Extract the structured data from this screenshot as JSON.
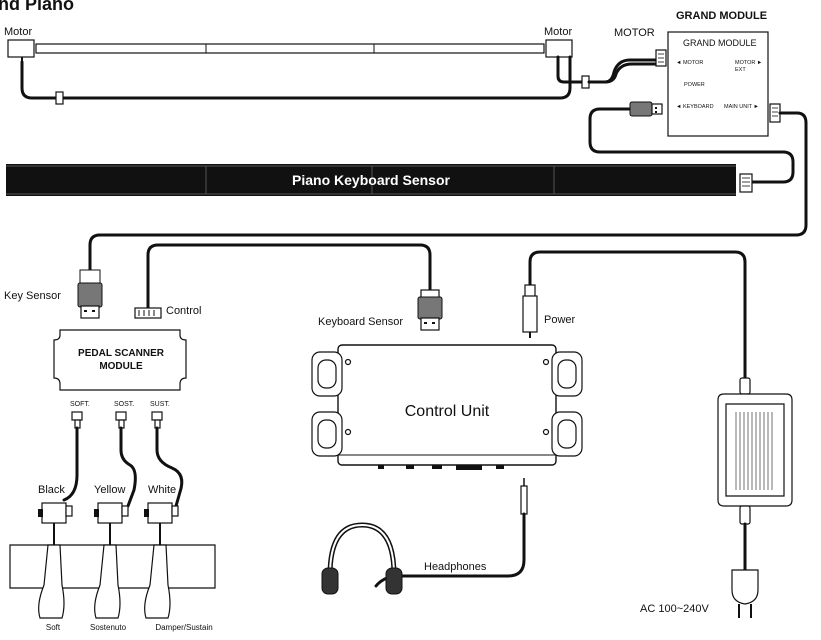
{
  "page_title": "nd Piano",
  "labels": {
    "motor_left": "Motor",
    "motor_right": "Motor",
    "motor_port": "MOTOR",
    "grand_module_heading": "GRAND MODULE",
    "keyboard_sensor_bar": "Piano Keyboard Sensor",
    "key_sensor": "Key Sensor",
    "control": "Control",
    "keyboard_sensor": "Keyboard Sensor",
    "power": "Power",
    "headphones": "Headphones",
    "ac_power": "AC 100~240V",
    "control_unit": "Control Unit"
  },
  "grand_module": {
    "title": "GRAND MODULE",
    "port_motor": "◄ MOTOR",
    "port_motor_ext_1": "MOTOR ►",
    "port_motor_ext_2": "EXT",
    "port_power": "POWER",
    "port_keyboard": "◄ KEYBOARD",
    "port_main_unit": "MAIN UNIT ►"
  },
  "pedal_module": {
    "title_line1": "PEDAL SCANNER",
    "title_line2": "MODULE",
    "ports": [
      "SOFT.",
      "SOST.",
      "SUST."
    ],
    "colors": [
      "Black",
      "Yellow",
      "White"
    ],
    "pedals": [
      "Soft",
      "Sostenuto",
      "Damper/Sustain"
    ]
  }
}
